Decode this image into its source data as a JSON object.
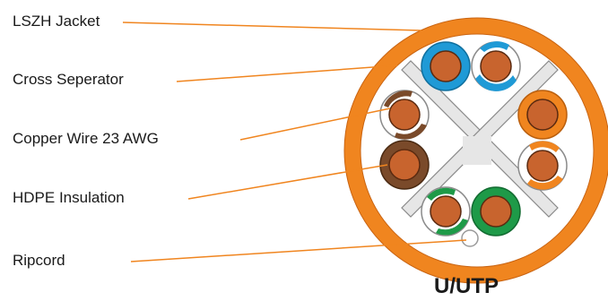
{
  "labels": {
    "jacket": "LSZH Jacket",
    "separator": "Cross Seperator",
    "wire": "Copper Wire 23 AWG",
    "insulation": "HDPE Insulation",
    "ripcord": "Ripcord"
  },
  "caption": "U/UTP",
  "colors": {
    "jacket": "#f0851f",
    "leader_line": "#f0851f",
    "separator": "#e6e6e6",
    "copper": "#c8642e",
    "blue": "#1f9ad6",
    "orange": "#f0851f",
    "brown": "#7a4a2a",
    "green": "#1e9a48"
  }
}
